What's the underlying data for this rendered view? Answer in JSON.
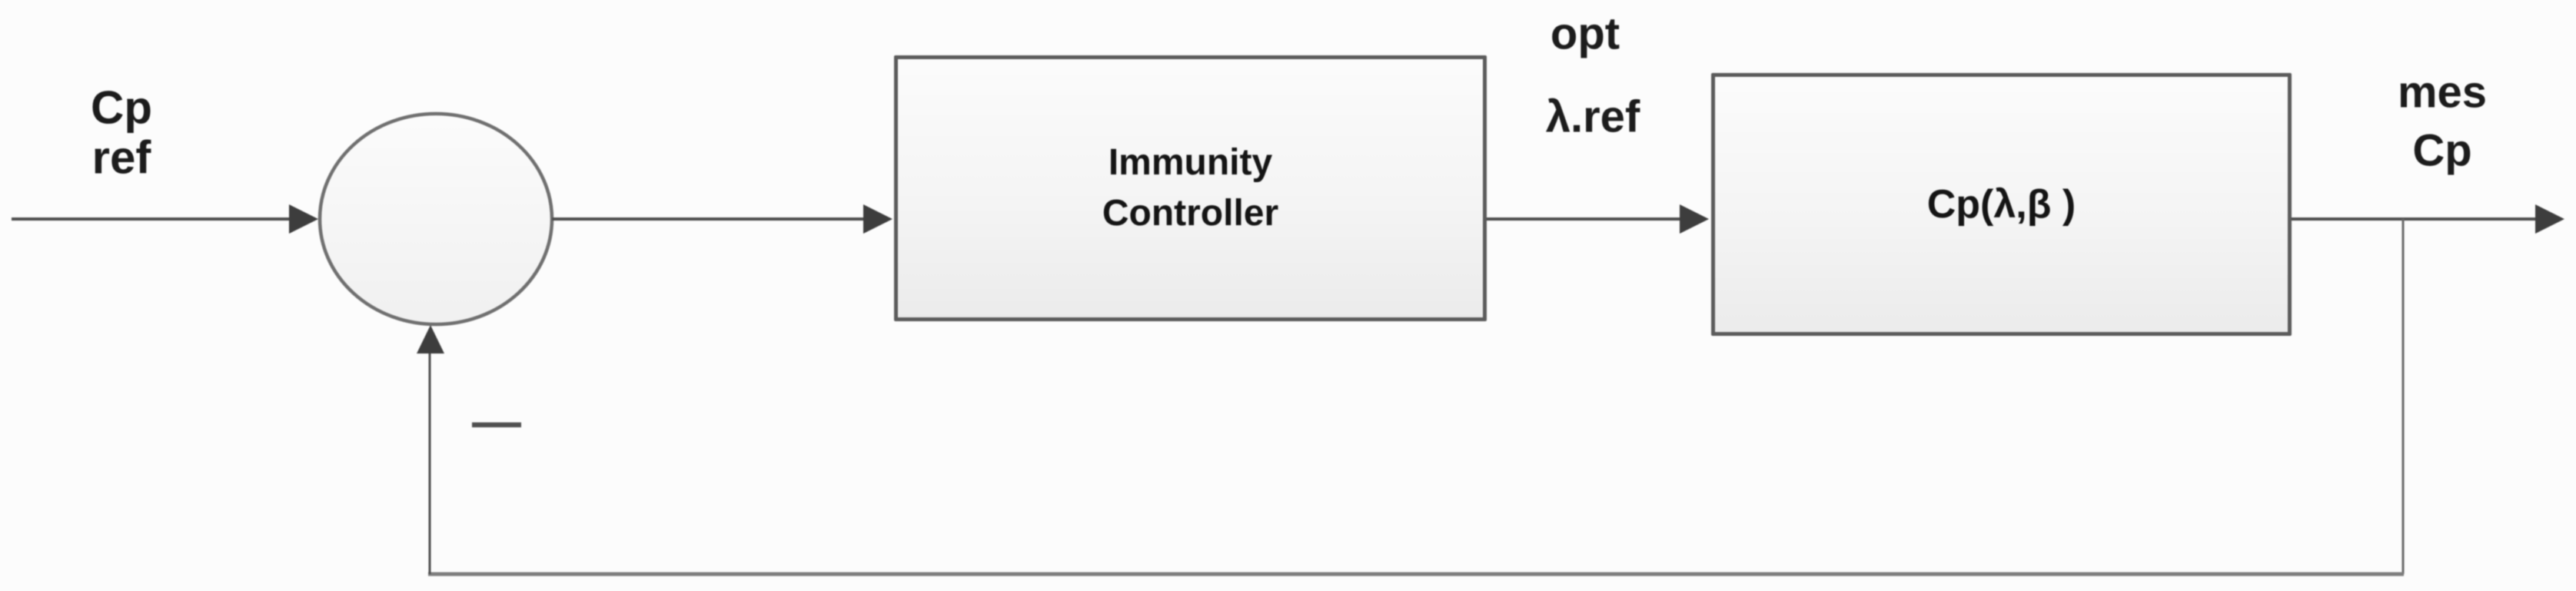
{
  "diagram": {
    "type": "control-loop-block-diagram",
    "reference_input": {
      "line1": "Cp",
      "line2": "ref"
    },
    "summing_junction": {
      "feedback_sign": "—"
    },
    "controller_block": {
      "line1": "Immunity",
      "line2": "Controller"
    },
    "plant_block": {
      "label": "Cp(λ,β )"
    },
    "controller_output_signal": {
      "line1": "opt",
      "line2": "λ.ref"
    },
    "output_signal": {
      "line1": "mes",
      "line2": "Cp"
    },
    "colors": {
      "background": "#fcfcfc",
      "line": "#4d4d4d",
      "arrowhead": "#3d3d3d",
      "ellipse_stroke": "#6f6f6f",
      "block_border": "#5b5b5b",
      "block_fill": "#f4f4f4",
      "feedback_rail": "#7d7d7d",
      "text": "#1c1c1c"
    }
  }
}
